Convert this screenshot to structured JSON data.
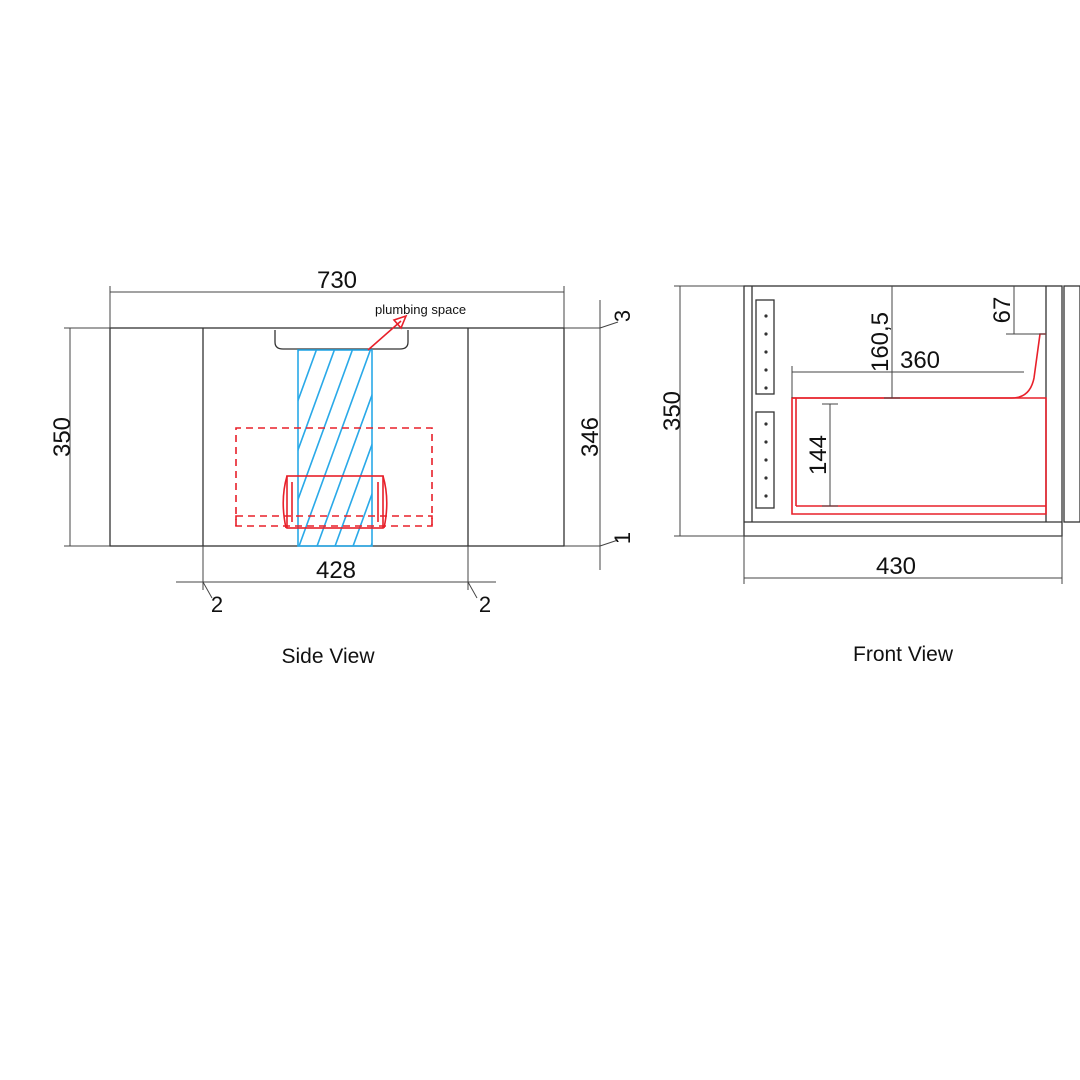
{
  "colors": {
    "outline": "#333333",
    "drawer": "#e8202a",
    "plumbing": "#29a9e8"
  },
  "side_view": {
    "caption": "Side View",
    "note": "plumbing space",
    "dims": {
      "overall_width": "730",
      "overall_height": "350",
      "inner_height": "346",
      "top_gap": "3",
      "bottom_gap": "1",
      "inner_width": "428",
      "left_offset": "2",
      "right_offset": "2"
    }
  },
  "front_view": {
    "caption": "Front View",
    "dims": {
      "overall_width": "430",
      "overall_height": "350",
      "drawer_depth": "360",
      "top_offset": "160,5",
      "top_right": "67",
      "drawer_height": "144"
    }
  }
}
